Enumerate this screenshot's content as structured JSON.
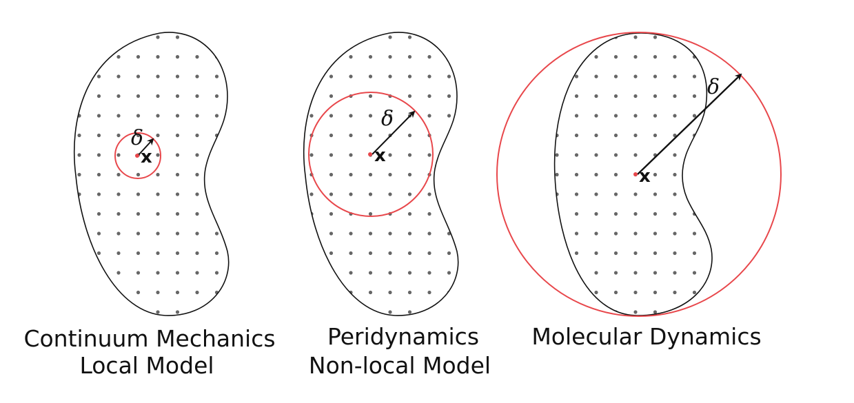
{
  "panels": [
    {
      "caption_line1": "Continuum Mechanics",
      "caption_line2": "Local Model",
      "delta_label": "δ",
      "point_label": "x"
    },
    {
      "caption_line1": "Peridynamics",
      "caption_line2": "Non-local Model",
      "delta_label": "δ",
      "point_label": "x"
    },
    {
      "caption_line1": "Molecular Dynamics",
      "caption_line2": "",
      "delta_label": "δ",
      "point_label": "x"
    }
  ],
  "colors": {
    "outline": "#111111",
    "horizon": "#e8474b",
    "dots": "#666666",
    "center": "#e8474b"
  }
}
